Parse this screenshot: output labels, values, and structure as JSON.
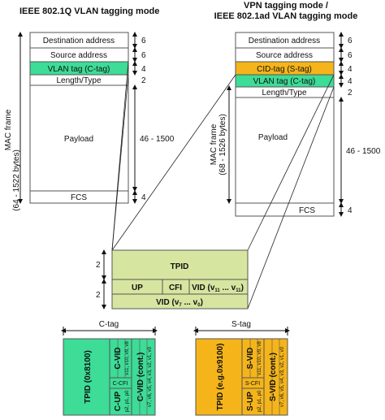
{
  "left": {
    "title": "IEEE 802.1Q VLAN tagging mode",
    "fields": [
      "Destination address",
      "Source address",
      "VLAN tag (C-tag)",
      "Length/Type",
      "Payload",
      "FCS"
    ],
    "sizes": [
      "6",
      "6",
      "4",
      "2",
      "46 - 1500",
      "4"
    ],
    "side_label_1": "MAC frame",
    "side_label_2": "(64 - 1522 bytes)"
  },
  "right": {
    "title_1": "VPN tagging mode /",
    "title_2": "IEEE 802.1ad VLAN tagging mode",
    "fields": [
      "Destination address",
      "Source address",
      "CID-tag (S-tag)",
      "VLAN tag (C-tag)",
      "Length/Type",
      "Payload",
      "FCS"
    ],
    "sizes": [
      "6",
      "6",
      "4",
      "4",
      "2",
      "46 - 1500",
      "4"
    ],
    "side_label_1": "MAC frame",
    "side_label_2": "(68 - 1526 bytes)"
  },
  "tag": {
    "tpid": "TPID",
    "up": "UP",
    "cfi": "CFI",
    "vid": "VID",
    "vid_range": "(v",
    "size_top": "2",
    "size_bottom": "2"
  },
  "ctag": {
    "label": "C-tag",
    "tpid": "TPID (0x8100)",
    "vid": "C-VID",
    "vid_bits": "v11, v10, v9, v8",
    "vid_cont": "C-VID (cont.)",
    "vid_cont_bits": "v7, v6, v5, v4, v3, v2, v1, v0",
    "cfi": "C-CFI",
    "up": "C-UP",
    "up_bits": "p2, p1, p0"
  },
  "stag": {
    "label": "S-tag",
    "tpid": "TPID (e.g.0x9100)",
    "vid": "S-VID",
    "vid_bits": "v11, v10, v9, v8",
    "vid_cont": "S-VID (cont.)",
    "vid_cont_bits": "v7, v6, v5, v4, v3, v2, v1, v0",
    "cfi": "S-CFI",
    "up": "S-UP",
    "up_bits": "p2, p1, p0"
  },
  "colors": {
    "ctag": "#3ddc97",
    "stag": "#f5b51a",
    "tpid_box": "#d6e6a0"
  }
}
